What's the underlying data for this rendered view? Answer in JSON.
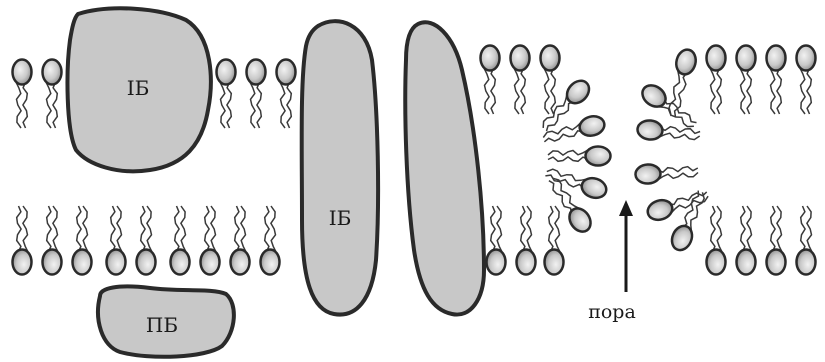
{
  "labels": {
    "integral_protein_top": "ІБ",
    "integral_protein_middle": "ІБ",
    "peripheral_protein": "ПБ",
    "pore": "пора"
  },
  "colors": {
    "protein_fill": "#c8c8c8",
    "outline": "#2a2a2a",
    "head_fill": "#d0d0d0",
    "background": "#ffffff"
  }
}
